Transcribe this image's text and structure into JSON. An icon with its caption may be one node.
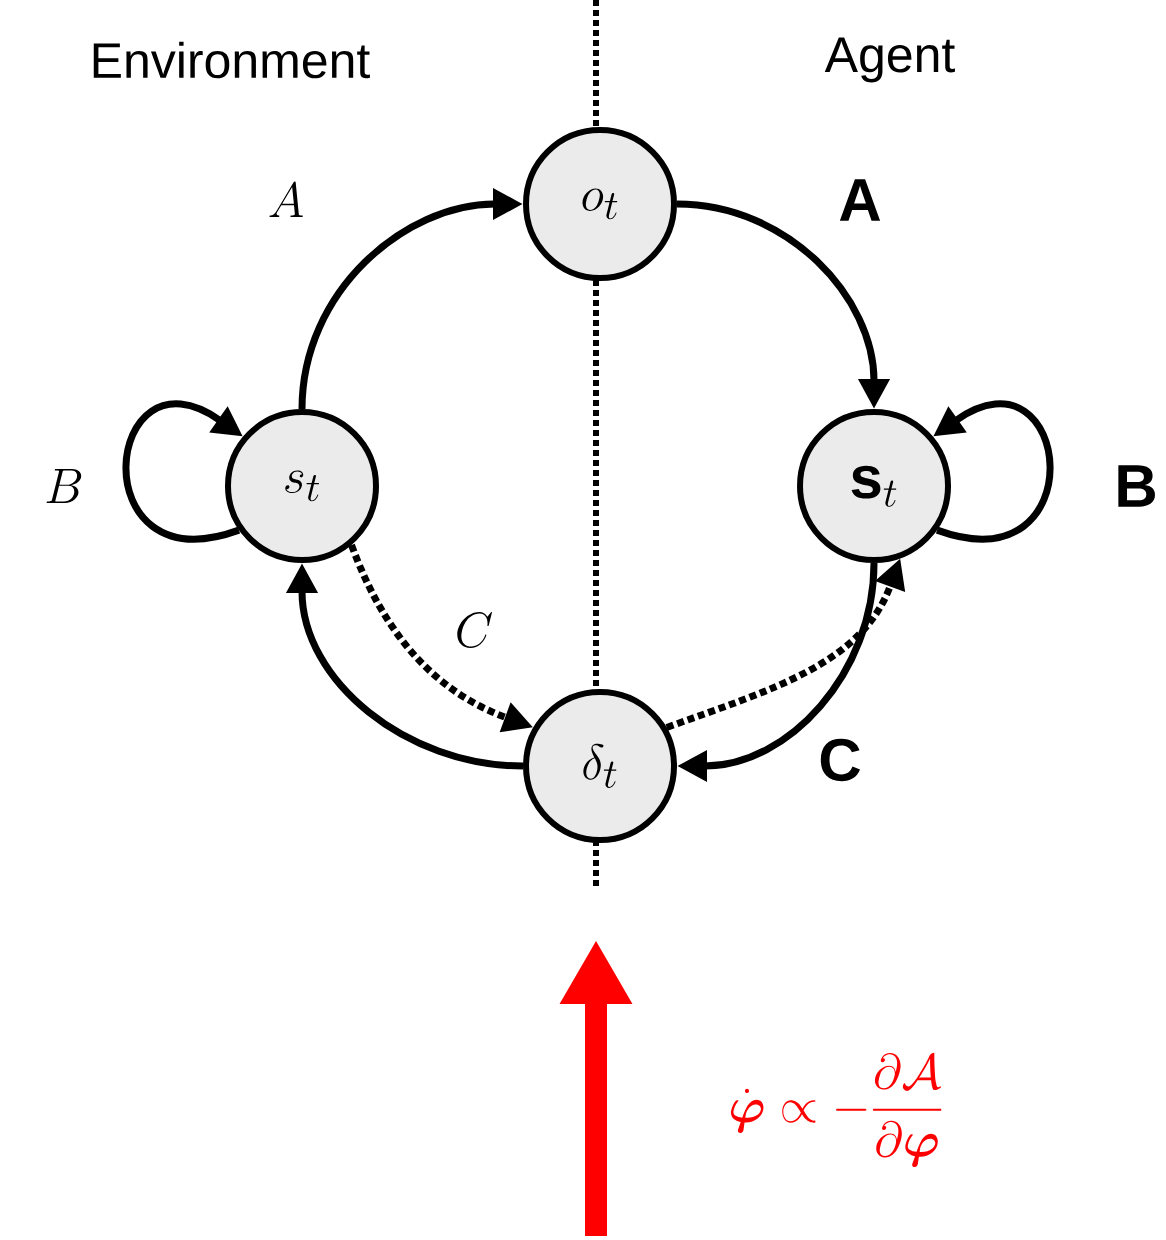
{
  "diagram": {
    "nodes": [
      {
        "text": [
          "o_t"
        ]
      },
      {
        "text": [
          "s_t"
        ]
      },
      {
        "text": [
          "\\mathbf{s}_t"
        ]
      },
      {
        "text": [
          "\\delta_t"
        ]
      }
    ],
    "edges": [
      {
        "from": 1,
        "to": 0,
        "arrow": "to",
        "label": "A"
      },
      {
        "from": 0,
        "to": 2,
        "arrow": "to",
        "label": "\\mathbf{A}"
      },
      {
        "from": 1,
        "to": 1,
        "arrow": "to",
        "label": "B"
      },
      {
        "from": 2,
        "to": 2,
        "arrow": "to",
        "label": "\\mathbf{B}"
      },
      {
        "from": 1,
        "to": 3,
        "arrow": "to",
        "label": "C",
        "style": "dashed"
      },
      {
        "from": 3,
        "to": 1,
        "arrow": "to"
      },
      {
        "from": 3,
        "to": 2,
        "arrow": "to",
        "style": "dashed"
      },
      {
        "from": 2,
        "to": 3,
        "arrow": "to",
        "label": "\\mathbf{C}"
      }
    ],
    "labels": [
      "Environment",
      "Agent",
      "\\dot{\\boldsymbol{\\varphi}} \\propto -\\frac{\\partial \\mathcal{A}}{\\partial \\boldsymbol{\\varphi}}"
    ]
  }
}
